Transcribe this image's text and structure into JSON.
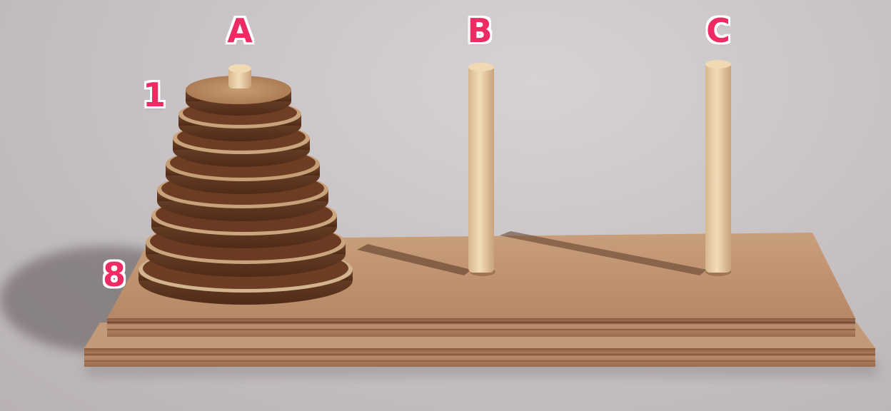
{
  "labels": {
    "peg_a": "A",
    "peg_b": "B",
    "peg_c": "C",
    "top_disk": "1",
    "bottom_disk": "8"
  },
  "puzzle": {
    "pegs": [
      "A",
      "B",
      "C"
    ],
    "disk_count": 8,
    "disks_on_peg": {
      "A": 8,
      "B": 0,
      "C": 0
    }
  },
  "colors": {
    "label_text": "#ee2c63",
    "label_outline": "#ffffff",
    "background": "#c9c3c5",
    "wood_light": "#c9a27d",
    "wood_dark": "#6b3b22",
    "peg": "#e8cfaa"
  }
}
